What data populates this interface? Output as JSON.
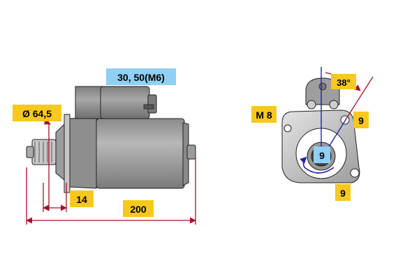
{
  "labels": {
    "terminals": "30, 50(M6)",
    "diameter": "Ø 64,5",
    "flange_offset": "14",
    "overall_length": "200",
    "bolt_thread": "M 8",
    "angle": "38°",
    "bolt_hole_upper": "9",
    "bolt_hole_lower": "9",
    "pinion_teeth": "9"
  },
  "colors": {
    "label_yellow": "#f7c81e",
    "label_blue": "#8fd0f4",
    "dimension_line": "#a8102a",
    "rotation_arrow": "#2222aa",
    "body_gray": "#9a9a9a",
    "body_dark": "#6f6f6f",
    "outline": "#222222"
  }
}
